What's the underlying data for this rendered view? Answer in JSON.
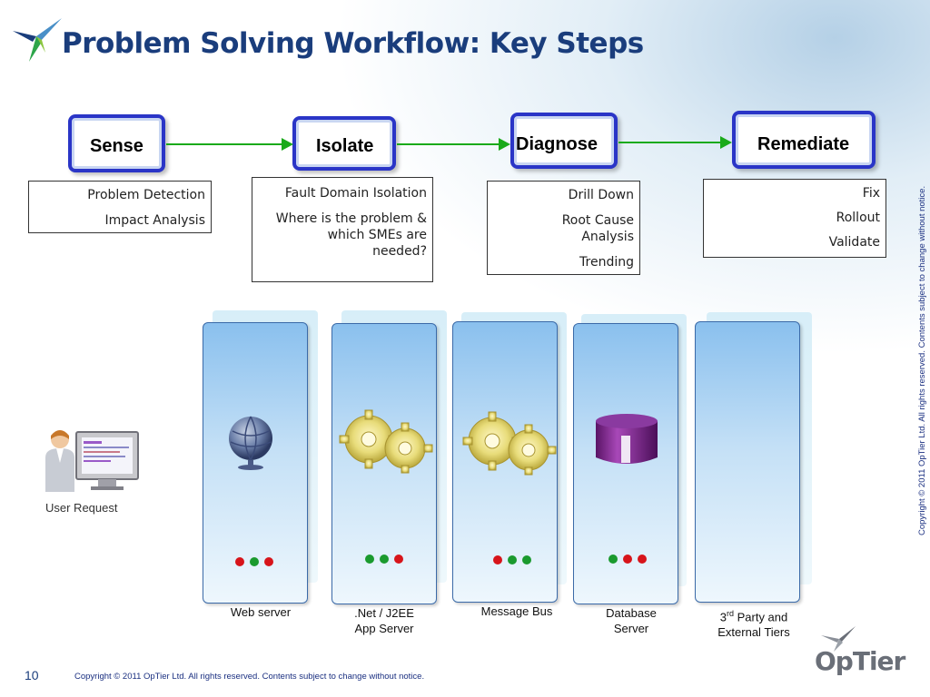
{
  "title": "Problem Solving Workflow: Key Steps",
  "steps": [
    {
      "label": "Sense",
      "details": [
        "Problem Detection",
        "Impact Analysis"
      ]
    },
    {
      "label": "Isolate",
      "details": [
        "Fault Domain Isolation",
        "Where is the problem &",
        "which SMEs are",
        "needed?"
      ]
    },
    {
      "label": "Diagnose",
      "details": [
        "Drill Down",
        "Root Cause",
        "Analysis",
        "Trending"
      ]
    },
    {
      "label": "Remediate",
      "details": [
        "Fix",
        "Rollout",
        "Validate"
      ]
    }
  ],
  "tiers": [
    {
      "label_lines": [
        "Web server"
      ],
      "icon": "globe-icon",
      "dots": [
        "red",
        "green",
        "red"
      ]
    },
    {
      "label_lines": [
        ".Net / J2EE",
        "App Server"
      ],
      "icon": "gears-icon",
      "dots": [
        "green",
        "green",
        "red"
      ]
    },
    {
      "label_lines": [
        "Message Bus"
      ],
      "icon": "gears-icon",
      "dots": [
        "red",
        "green",
        "green"
      ]
    },
    {
      "label_lines": [
        "Database",
        "Server"
      ],
      "icon": "database-icon",
      "dots": [
        "green",
        "red",
        "red"
      ]
    },
    {
      "label_main": "3",
      "label_sup": "rd",
      "label_rest": " Party and",
      "label_line2": "External Tiers"
    }
  ],
  "user_request": "User Request",
  "vertical_copyright": "Copyright ©  2011 OpTier  Ltd. All rights reserved. Contents subject to change without notice.",
  "footer": {
    "page_number": "10",
    "copyright": "Copyright ©  2011 OpTier  Ltd. All rights reserved. Contents subject to change without notice."
  },
  "brand": "OpTier",
  "colors": {
    "title": "#1a3d7c",
    "step_border": "#2a35c7",
    "arrow": "#1aaa1a",
    "dot_red": "#d7141a",
    "dot_green": "#1a9a2e"
  }
}
